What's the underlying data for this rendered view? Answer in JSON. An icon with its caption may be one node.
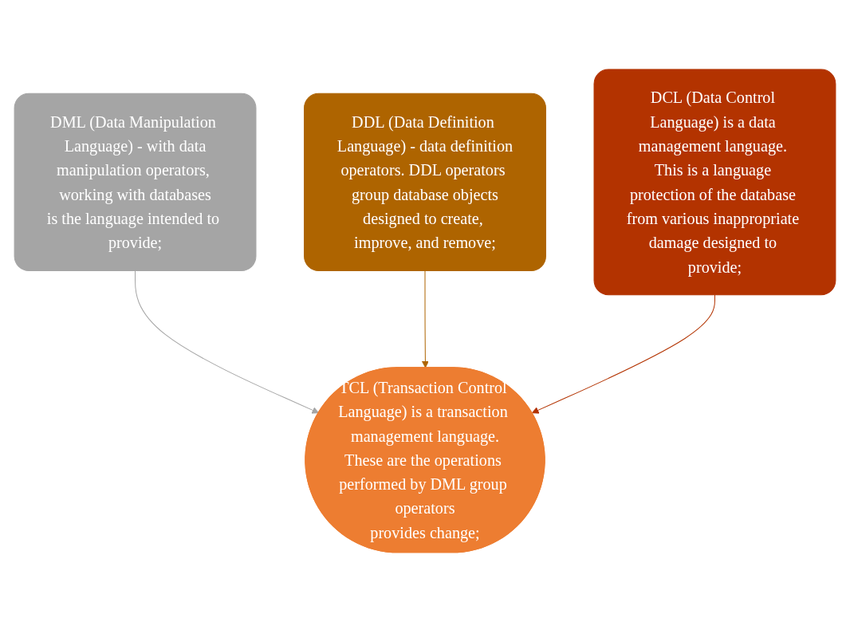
{
  "diagram": {
    "nodes": [
      {
        "text": [
          "DML (Data Manipulation Language) - with data",
          "manipulation operators, working with databases",
          "is the language intended to provide;"
        ]
      },
      {
        "text": [
          "DDL (Data Definition Language) - data definition",
          "operators. DDL operators group database objects",
          "designed to create, improve, and remove;"
        ]
      },
      {
        "text": [
          "DCL (Data Control Language) is a data management language. This is a language protection of the database from various inappropriate damage designed to provide;"
        ]
      },
      {
        "text": [
          "TCL (Transaction Control Language) is a transaction management language.",
          "These are the operations performed by DML group operators",
          "provides change;"
        ]
      }
    ],
    "edges": [
      {
        "from": 0,
        "to": 3,
        "arrow": "to",
        "color": "#a5a5a5"
      },
      {
        "from": 1,
        "to": 3,
        "arrow": "to",
        "color": "#ae6400"
      },
      {
        "from": 2,
        "to": 3,
        "arrow": "to",
        "color": "#b33300"
      }
    ]
  }
}
